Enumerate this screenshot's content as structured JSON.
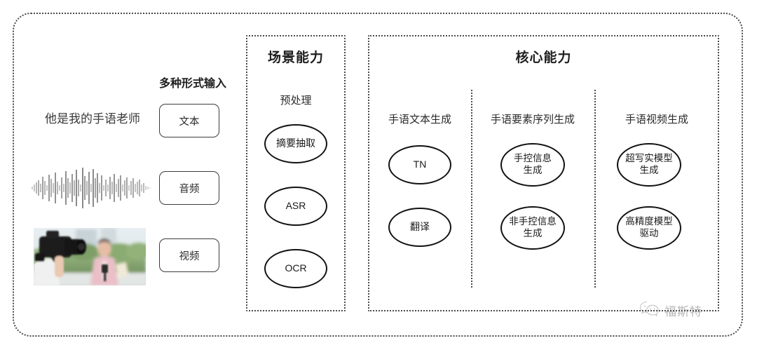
{
  "diagram": {
    "title_hidden": "",
    "input_section": {
      "caption": "多种形式输入",
      "sample_sentence": "他是我的手语老师",
      "modalities": [
        {
          "label": "文本",
          "icon": "text-sample"
        },
        {
          "label": "音频",
          "icon": "audio-waveform"
        },
        {
          "label": "视频",
          "icon": "video-thumbnail"
        }
      ]
    },
    "scene_panel": {
      "title": "场景能力",
      "column_label": "预处理",
      "nodes": [
        {
          "label": "摘要抽取"
        },
        {
          "label": "ASR"
        },
        {
          "label": "OCR"
        }
      ]
    },
    "core_panel": {
      "title": "核心能力",
      "columns": [
        {
          "label": "手语文本生成",
          "nodes": [
            {
              "label": "TN"
            },
            {
              "label": "翻译"
            }
          ]
        },
        {
          "label": "手语要素序列生成",
          "nodes": [
            {
              "label": "手控信息\n生成"
            },
            {
              "label": "非手控信息\n生成"
            }
          ]
        },
        {
          "label": "手语视频生成",
          "nodes": [
            {
              "label": "超写实模型\n生成"
            },
            {
              "label": "高精度模型\n驱动"
            }
          ]
        }
      ]
    },
    "watermark": {
      "icon": "wechat-icon",
      "text": "福斯特"
    },
    "colors": {
      "background": "#ffffff",
      "border_dotted": "#4a4a4a",
      "node_stroke": "#111111",
      "text_primary": "#1f1f1f",
      "text_secondary": "#2b2b2b",
      "watermark": "#6e6e6e"
    }
  }
}
